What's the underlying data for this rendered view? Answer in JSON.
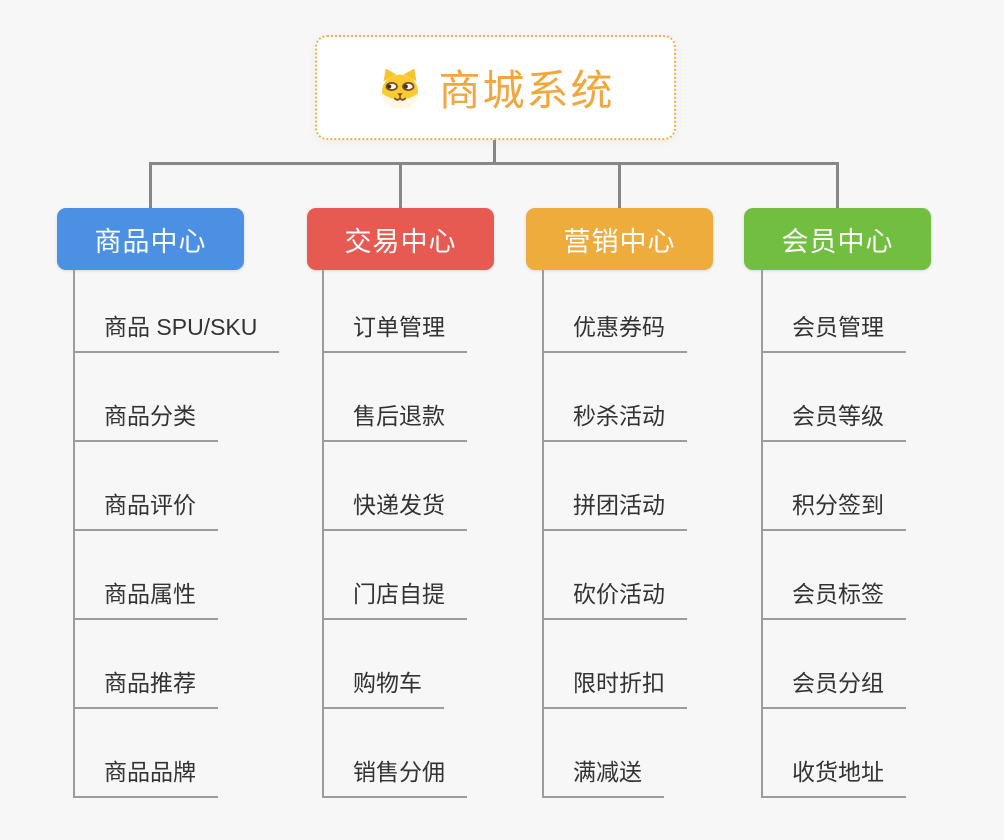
{
  "root": {
    "title": "商城系统",
    "icon": "shiba-dog-icon",
    "text_color": "#F2A63C",
    "border_color": "#F0B04F"
  },
  "colors": {
    "background": "#F7F7F7",
    "connector": "#878787",
    "leaf_line": "#9C9C9C",
    "leaf_text": "#333333"
  },
  "branches": [
    {
      "label": "商品中心",
      "color": "#4B90E2",
      "items": [
        "商品 SPU/SKU",
        "商品分类",
        "商品评价",
        "商品属性",
        "商品推荐",
        "商品品牌"
      ]
    },
    {
      "label": "交易中心",
      "color": "#E65A52",
      "items": [
        "订单管理",
        "售后退款",
        "快递发货",
        "门店自提",
        "购物车",
        "销售分佣"
      ]
    },
    {
      "label": "营销中心",
      "color": "#EDAC3C",
      "items": [
        "优惠券码",
        "秒杀活动",
        "拼团活动",
        "砍价活动",
        "限时折扣",
        "满减送"
      ]
    },
    {
      "label": "会员中心",
      "color": "#72BE41",
      "items": [
        "会员管理",
        "会员等级",
        "积分签到",
        "会员标签",
        "会员分组",
        "收货地址"
      ]
    }
  ]
}
